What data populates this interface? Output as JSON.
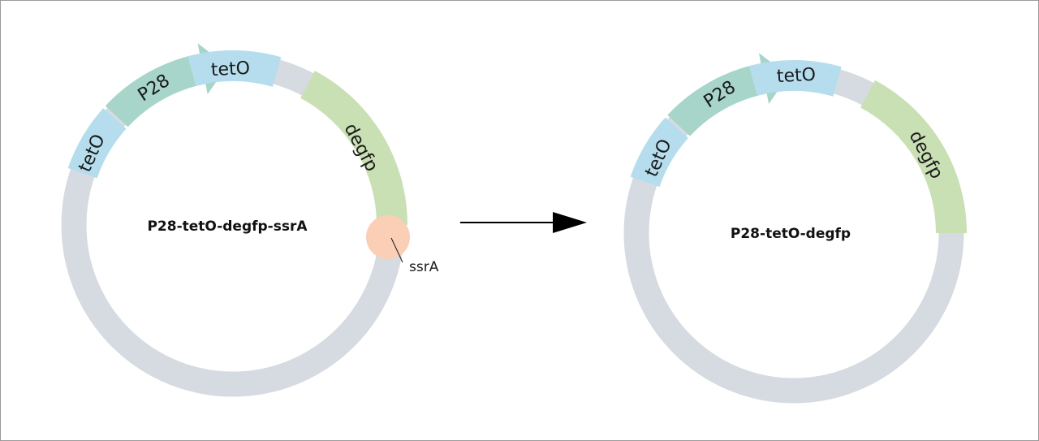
{
  "colors": {
    "backbone": "#d6dbe2",
    "teto": "#b6dded",
    "promoter": "#a8d5c9",
    "gene": "#c9dfb4",
    "tag": "#fbcfb6",
    "arrow": "#000000"
  },
  "plasmids": [
    {
      "name": "P28-tetO-degfp-ssrA",
      "features": [
        {
          "label": "tetO",
          "type": "operator"
        },
        {
          "label": "P28",
          "type": "promoter"
        },
        {
          "label": "tetO",
          "type": "operator"
        },
        {
          "label": "degfp",
          "type": "gene"
        }
      ],
      "callout": {
        "label": "ssrA",
        "type": "tag"
      }
    },
    {
      "name": "P28-tetO-degfp",
      "features": [
        {
          "label": "tetO",
          "type": "operator"
        },
        {
          "label": "P28",
          "type": "promoter"
        },
        {
          "label": "tetO",
          "type": "operator"
        },
        {
          "label": "degfp",
          "type": "gene"
        }
      ]
    }
  ],
  "icons": {
    "transition": "right-arrow-icon"
  }
}
